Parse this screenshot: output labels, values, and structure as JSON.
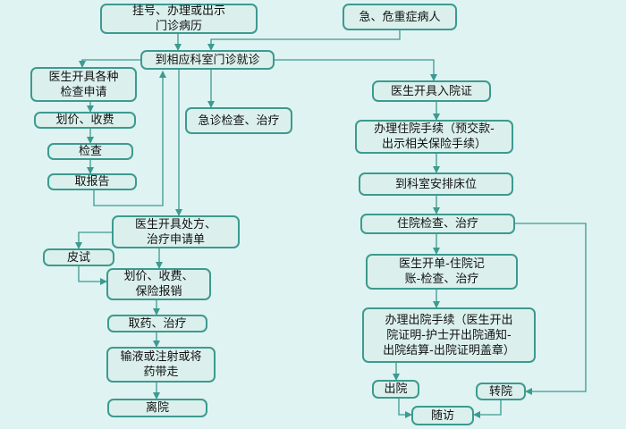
{
  "colors": {
    "background": "#dff3f3",
    "box_fill": "#dbf0ec",
    "box_border": "#3d9a8f",
    "arrow": "#3d9a8f"
  },
  "nodes": {
    "register": "挂号、办理或出示\n门诊病历",
    "emergency_patient": "急、危重症病人",
    "clinic_visit": "到相应科室门诊就诊",
    "exam_request": "医生开具各种\n检查申请",
    "pricing_fee_1": "划价、收费",
    "examination": "检查",
    "get_report": "取报告",
    "emergency_exam": "急诊检查、治疗",
    "admission_cert": "医生开具入院证",
    "admission_procedure": "办理住院手续（预交款-\n出示相关保险手续）",
    "bed_assignment": "到科室安排床位",
    "inpatient_treatment": "住院检查、治疗",
    "inpatient_billing": "医生开单-住院记\n账-检查、治疗",
    "discharge_procedure": "办理出院手续（医生开出\n院证明-护士开出院通知-\n出院结算-出院证明盖章）",
    "discharge": "出院",
    "transfer": "转院",
    "follow_up": "随访",
    "prescription": "医生开具处方、\n治疗申请单",
    "skin_test": "皮试",
    "pricing_fee_2": "划价、收费、\n保险报销",
    "medicine_treatment": "取药、治疗",
    "infusion": "输液或注射或将\n药带走",
    "leave_hospital": "离院"
  }
}
